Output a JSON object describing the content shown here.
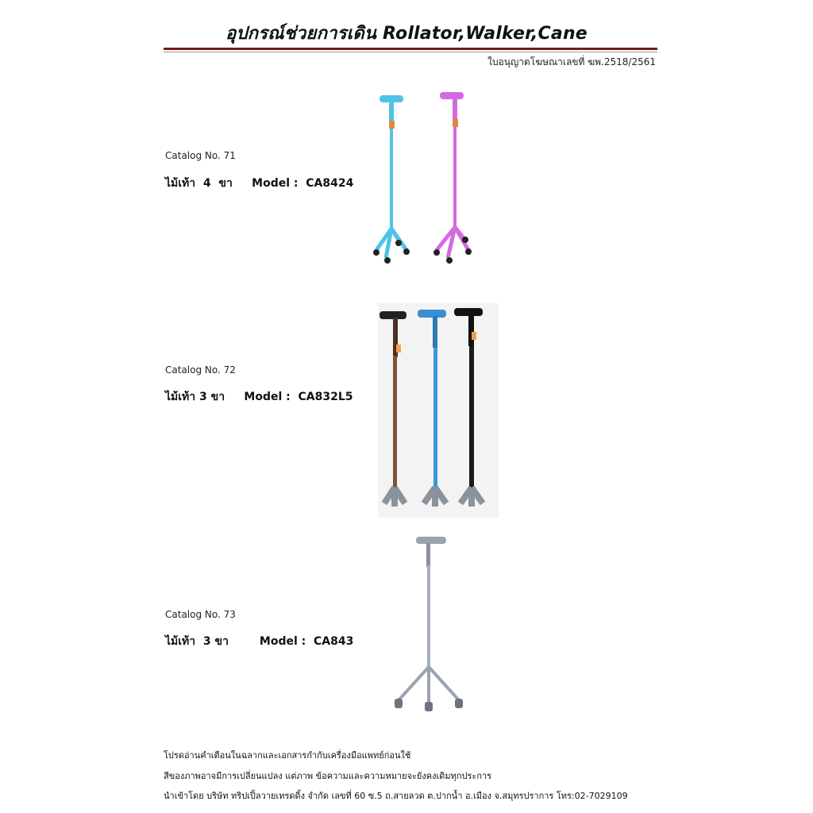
{
  "header": {
    "title": "อุปกรณ์ช่วยการเดิน  Rollator,Walker,Cane",
    "license": "ใบอนุญาตโฆษณาเลขที่  ฆพ.2518/2561"
  },
  "items": [
    {
      "catalog": "Catalog No. 71",
      "model_line": "ไม้เท้า  4  ขา     Model :  CA8424",
      "colors": [
        "#4fc3e6",
        "#d36be0"
      ]
    },
    {
      "catalog": "Catalog No. 72",
      "model_line": "ไม้เท้า 3 ขา     Model :  CA832L5",
      "colors": [
        "#6e4a2e",
        "#3a8fd0",
        "#1a1a1a"
      ]
    },
    {
      "catalog": "Catalog No. 73",
      "model_line": "ไม้เท้า  3 ขา        Model :  CA843",
      "colors": [
        "#9aa3b0"
      ]
    }
  ],
  "footer": {
    "line1": "โปรดอ่านคำเตือนในฉลากและเอกสารกำกับเครื่องมือแพทย์ก่อนใช้",
    "line2": "สีของภาพอาจมีการเปลี่ยนแปลง แต่ภาพ ข้อความและความหมายจะยังคงเดิมทุกประการ",
    "line3": "นำเข้าโดย  บริษัท  ทริปเปิ้ลวายเทรดดิ้ง  จำกัด  เลขที่  60  ซ.5  ถ.สายลวด  ต.ปากน้ำ  อ.เมือง  จ.สมุทรปราการ  โทร:02-7029109"
  }
}
